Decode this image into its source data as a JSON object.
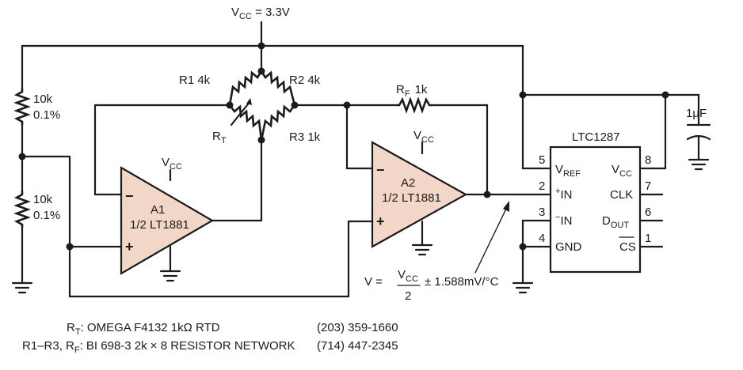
{
  "supply": {
    "pre": "V",
    "sub": "CC",
    "post": " = 3.3V"
  },
  "vcc_label": {
    "pre": "V",
    "sub": "CC"
  },
  "bridge": {
    "r1": "R1  4k",
    "r2": "R2  4k",
    "r3": "R3  1k",
    "rt_pre": "R",
    "rt_sub": "T"
  },
  "divider": {
    "top_value": "10k",
    "top_tol": "0.1%",
    "bottom_value": "10k",
    "bottom_tol": "0.1%"
  },
  "rf": {
    "pre": "R",
    "sub": "F",
    "value": "1k"
  },
  "a1": {
    "name": "A1",
    "part": "1/2 LT1881"
  },
  "a2": {
    "name": "A2",
    "part": "1/2 LT1881"
  },
  "opamp_signs": {
    "minus": "−",
    "plus": "+"
  },
  "cap": {
    "value": "1μF"
  },
  "adc": {
    "name": "LTC1287",
    "pins": {
      "p1": "1",
      "p2": "2",
      "p3": "3",
      "p4": "4",
      "p5": "5",
      "p6": "6",
      "p7": "7",
      "p8": "8"
    },
    "labels": {
      "vref_pre": "V",
      "vref_sub": "REF",
      "in_plus_sup": "+",
      "in_plus": "IN",
      "in_minus_sup": "−",
      "in_minus": "IN",
      "gnd": "GND",
      "vcc_pre": "V",
      "vcc_sub": "CC",
      "clk": "CLK",
      "dout_pre": "D",
      "dout_sub": "OUT",
      "cs": "CS"
    }
  },
  "formula": {
    "lhs": "V  =",
    "num_pre": "V",
    "num_sub": "CC",
    "den": "2",
    "rest": "± 1.588mV/°C"
  },
  "notes": [
    {
      "label_pre": "R",
      "label_sub": "T",
      "label_post": ": OMEGA F4132 1kΩ RTD",
      "phone": "(203) 359-1660"
    },
    {
      "label_pre": "R1–R3, R",
      "label_sub": "F",
      "label_post": ": BI 698-3 2k × 8 RESISTOR NETWORK",
      "phone": "(714) 447-2345"
    }
  ]
}
